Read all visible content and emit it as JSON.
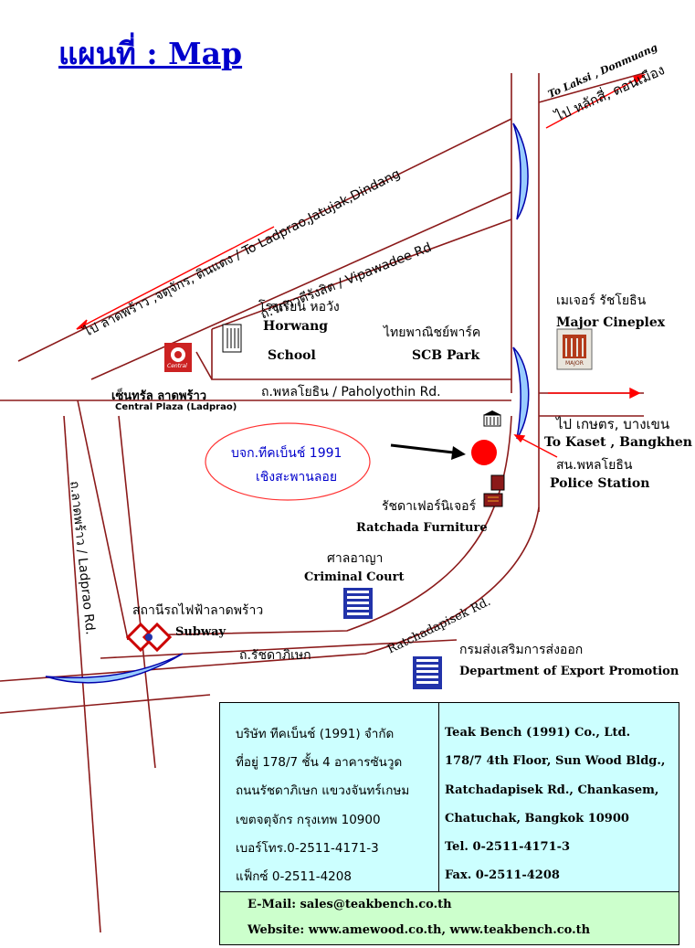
{
  "title": "แผนที่ : Map",
  "labels": {
    "ladprao_top": "ไป ลาดพร้าว ,จตุจักร, ดินแดง / To Ladprao,Jatujak,Dindang",
    "vipawadee": "ถ.วิภาวดีรังสิต / Vipawadee Rd",
    "laksi_en": "To Laksi , Donmuang",
    "laksi_th": "ไป หลักสี่, ดอนเมือง",
    "horwang_th": "โรงเรียน หอวัง",
    "horwang_en1": "Horwang",
    "horwang_en2": "School",
    "scb_th": "ไทยพาณิชย์พาร์ค",
    "scb_en": "SCB Park",
    "major_th": "เมเจอร์ รัชโยธิน",
    "major_en": "Major Cineplex",
    "central_th": "เซ็นทรัล ลาดพร้าว",
    "central_en": "Central Plaza (Ladprao)",
    "paholyothin": "ถ.พหลโยธิน / Paholyothin Rd.",
    "kaset_th": "ไป เกษตร, บางเขน",
    "kaset_en": "To Kaset , Bangkhen",
    "police_th": "สน.พหลโยธิน",
    "police_en": "Police Station",
    "company_1": "บจก.ทีคเบ็นช์ 1991",
    "company_2": "เชิงสะพานลอย",
    "furniture_th": "รัชดาเฟอร์นิเจอร์",
    "furniture_en": "Ratchada Furniture",
    "court_th": "ศาลอาญา",
    "court_en": "Criminal Court",
    "subway_th": "สถานีรถไฟฟ้าลาดพร้าว",
    "subway_en": "Subway",
    "ladprao_rd": "ถ.ลาดพร้าว / Ladprao Rd.",
    "ratchada_en": "Ratchadapisek Rd.",
    "ratchada_th": "ถ.รัชดาภิเษก",
    "export_th": "กรมส่งเสริมการส่งออก",
    "export_en": "Department of Export Promotion",
    "central_logo": "Central",
    "major_logo": "MAJOR"
  },
  "info": {
    "thai": [
      "บริษัท ทีคเบ็นช์ (1991) จำกัด",
      "ที่อยู่ 178/7 ชั้น 4 อาคารซันวูด",
      "ถนนรัชดาภิเษก แขวงจันทร์เกษม",
      "เขตจตุจักร กรุงเทพ 10900",
      "เบอร์โทร.0-2511-4171-3",
      "แฟ็กซ์ 0-2511-4208"
    ],
    "english": [
      "Teak Bench (1991) Co., Ltd.",
      "178/7 4th Floor, Sun Wood Bldg.,",
      "Ratchadapisek Rd., Chankasem,",
      "Chatuchak, Bangkok 10900",
      "Tel. 0-2511-4171-3",
      "Fax. 0-2511-4208"
    ],
    "email": "E-Mail: sales@teakbench.co.th",
    "website": "Website: www.amewood.co.th, www.teakbench.co.th"
  },
  "colors": {
    "road": "#8b1a1a",
    "bridge_fill": "#99ccff",
    "bridge_stroke": "#0000aa",
    "company_ellipse": "#ff3333",
    "company_text": "#0000cc",
    "marker": "#ff0000",
    "arrow": "#ff0000",
    "info_bg": "#ccffff",
    "contact_bg": "#ccffcc"
  }
}
